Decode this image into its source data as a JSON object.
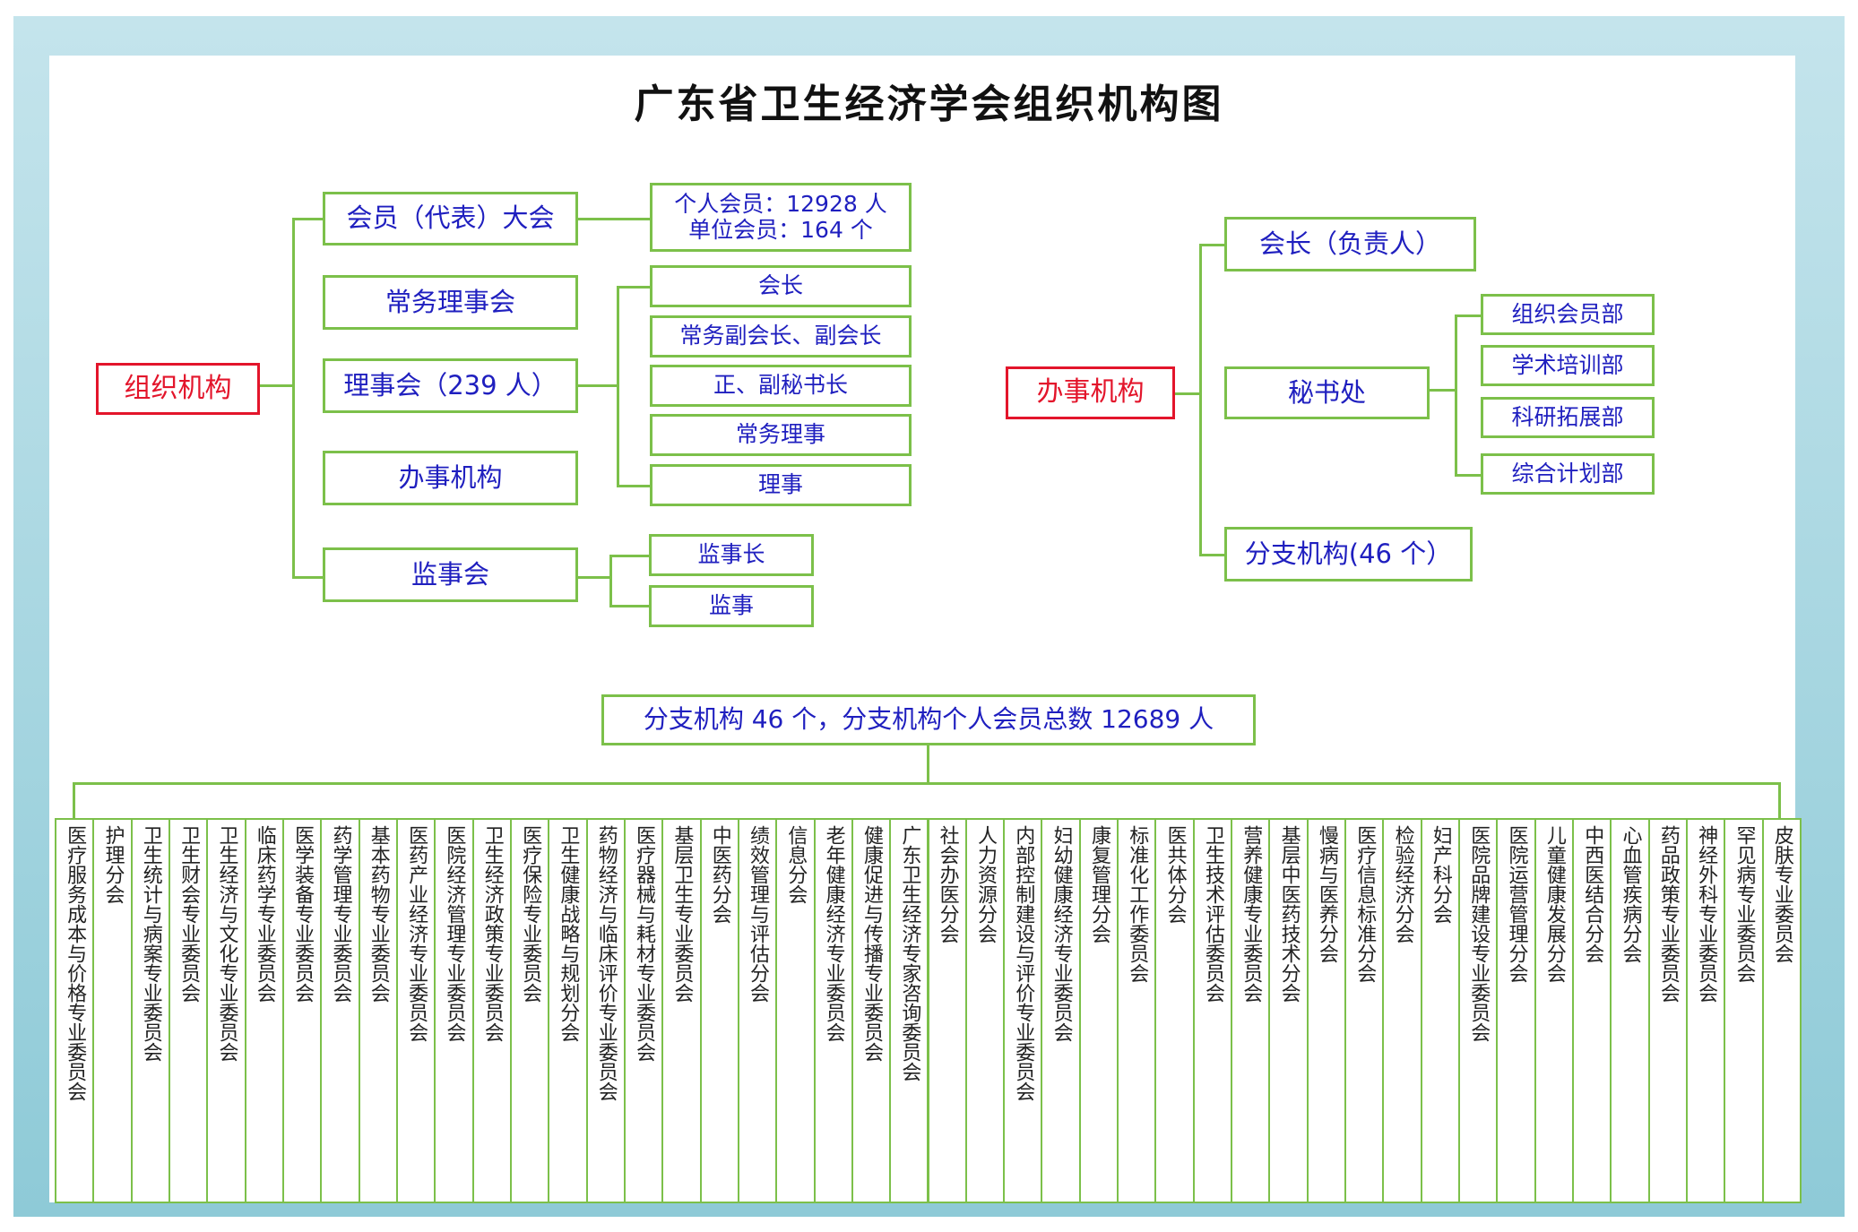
{
  "title": "广东省卫生经济学会组织机构图",
  "left": {
    "root": "组织机构",
    "items": [
      "会员（代表）大会",
      "常务理事会",
      "理事会（239 人）",
      "办事机构",
      "监事会"
    ],
    "members": [
      "个人会员：12928 人",
      "单位会员：164 个"
    ],
    "council": [
      "会长",
      "常务副会长、副会长",
      "正、副秘书长",
      "常务理事",
      "理事"
    ],
    "supervisors": [
      "监事长",
      "监事"
    ]
  },
  "right": {
    "root": "办事机构",
    "items": [
      "会长（负责人）",
      "秘书处",
      "分支机构(46 个）"
    ],
    "departments": [
      "组织会员部",
      "学术培训部",
      "科研拓展部",
      "综合计划部"
    ]
  },
  "branch_header": "分支机构 46 个，分支机构个人会员总数 12689 人",
  "branches": [
    "医疗服务成本与价格专业委员会",
    "护理分会",
    "卫生统计与病案专业委员会",
    "卫生财会专业委员会",
    "卫生经济与文化专业委员会",
    "临床药学专业委员会",
    "医学装备专业委员会",
    "药学管理专业委员会",
    "基本药物专业委员会",
    "医药产业经济专业委员会",
    "医院经济管理专业委员会",
    "卫生经济政策专业委员会",
    "医疗保险专业委员会",
    "卫生健康战略与规划分会",
    "药物经济与临床评价专业委员会",
    "医疗器械与耗材专业委员会",
    "基层卫生专业委员会",
    "中医药分会",
    "绩效管理与评估分会",
    "信息分会",
    "老年健康经济专业委员会",
    "健康促进与传播专业委员会",
    "广东卫生经济专家咨询委员会",
    "社会办医分会",
    "人力资源分会",
    "内部控制建设与评价专业委员会",
    "妇幼健康经济专业委员会",
    "康复管理分会",
    "标准化工作委员会",
    "医共体分会",
    "卫生技术评估委员会",
    "营养健康专业委员会",
    "基层中医药技术分会",
    "慢病与医养分会",
    "医疗信息标准分会",
    "检验经济分会",
    "妇产科分会",
    "医院品牌建设专业委员会",
    "医院运营管理分会",
    "儿童健康发展分会",
    "中西医结合分会",
    "心血管疾病分会",
    "药品政策专业委员会",
    "神经外科专业委员会",
    "罕见病专业委员会",
    "皮肤专业委员会"
  ]
}
